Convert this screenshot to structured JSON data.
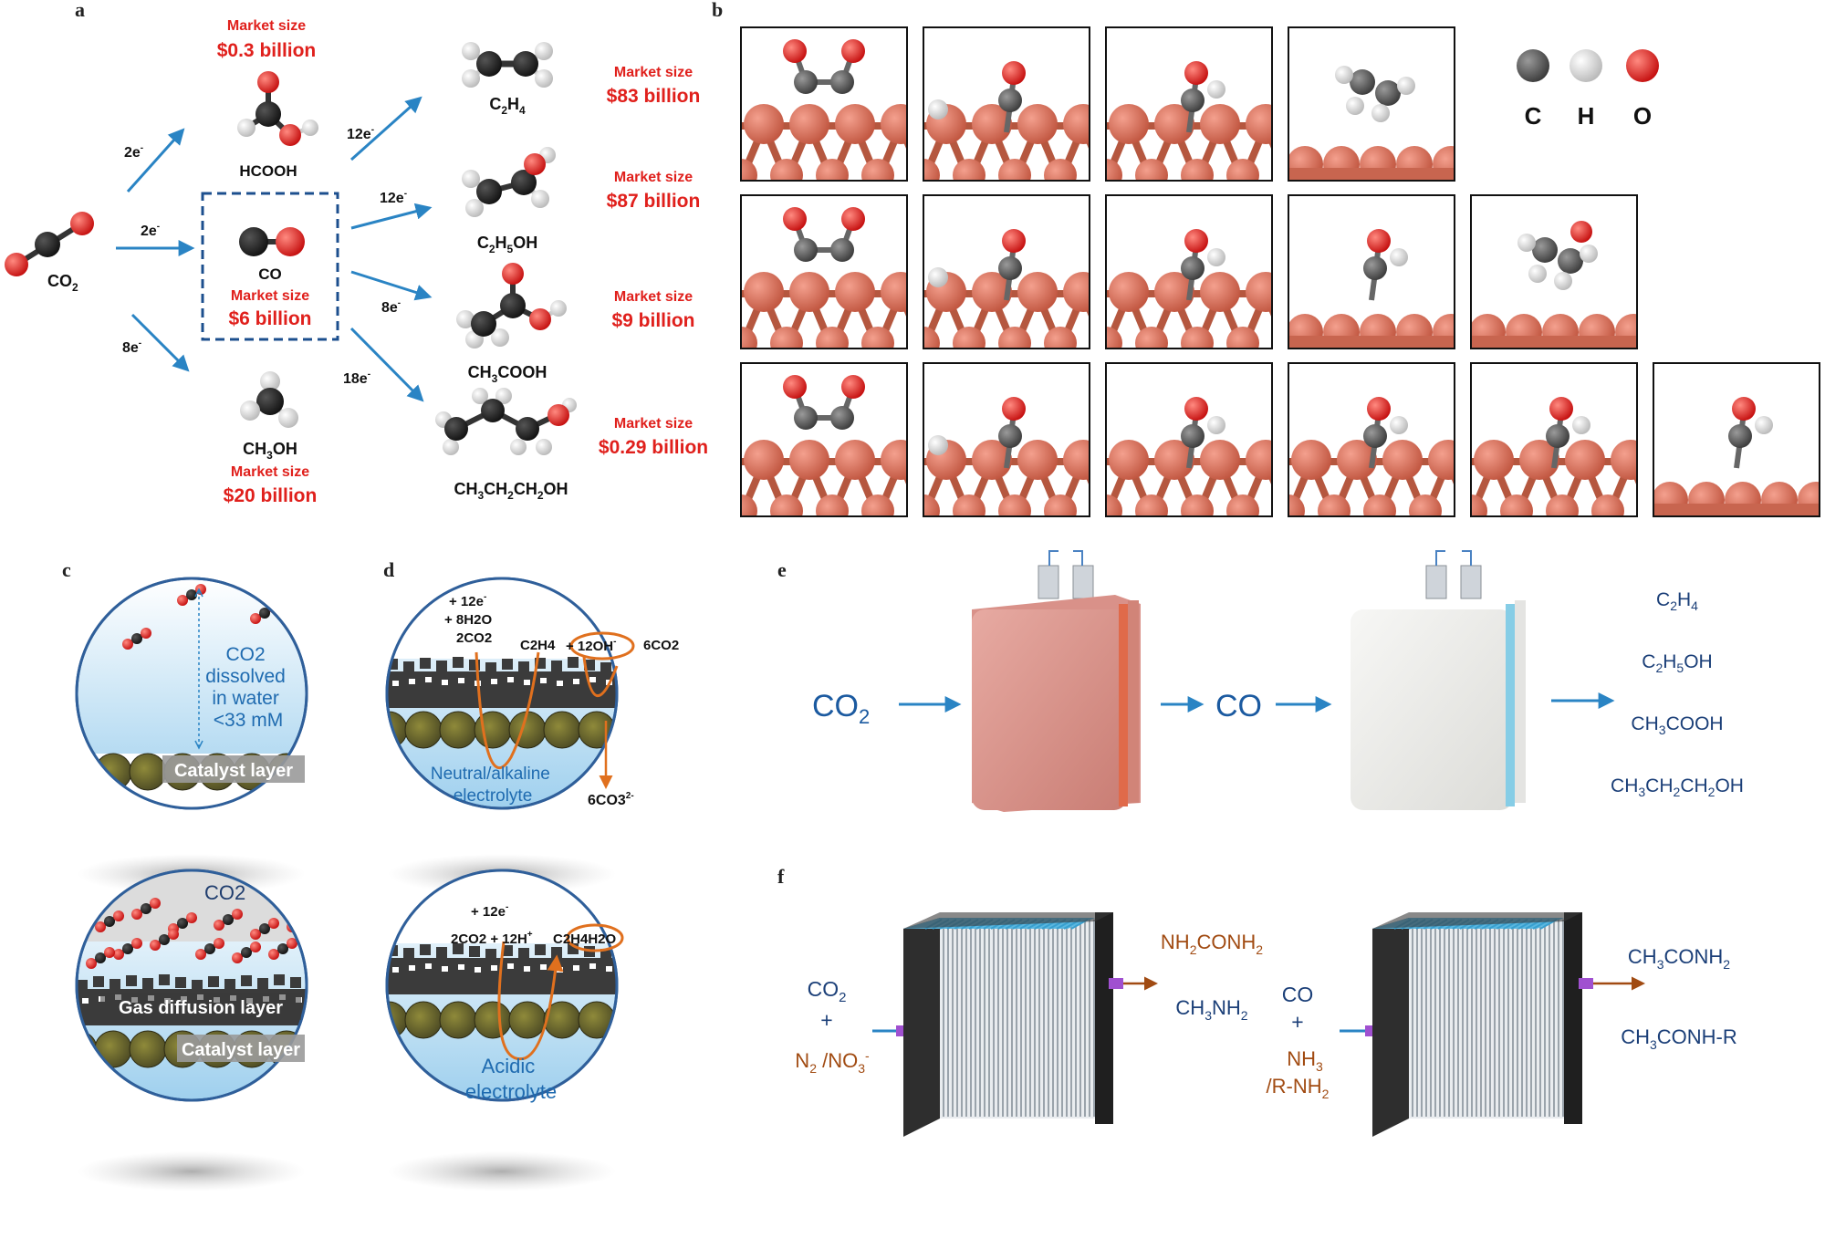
{
  "colors": {
    "market_red": "#e0201c",
    "arrow_blue": "#2a84c4",
    "cu": "#d96a55",
    "c_atom": "#5b5b5b",
    "o_atom": "#e0201c",
    "h_atom": "#e6e6e6",
    "orange": "#e0701e",
    "navy": "#1b3f78"
  },
  "panel_a": {
    "label": "a",
    "co2": {
      "formula": "CO",
      "sub": "2"
    },
    "co": {
      "name": "CO",
      "market_label": "Market size",
      "market_value": "$6 billion"
    },
    "hcooh": {
      "name": "HCOOH",
      "electrons": "2e",
      "market_label": "Market size",
      "market_value": "$0.3 billion"
    },
    "ch3oh": {
      "name": "CH",
      "sub": "3",
      "tail": "OH",
      "electrons": "8e",
      "market_label": "Market size",
      "market_value": "$20 billion"
    },
    "co_electrons": "2e",
    "products": [
      {
        "electrons": "12e",
        "parts": [
          [
            "C",
            ""
          ],
          [
            "2",
            "sub"
          ],
          [
            "H",
            ""
          ],
          [
            "4",
            "sub"
          ]
        ],
        "market_label": "Market size",
        "market_value": "$83 billion"
      },
      {
        "electrons": "12e",
        "parts": [
          [
            "C",
            ""
          ],
          [
            "2",
            "sub"
          ],
          [
            "H",
            ""
          ],
          [
            "5",
            "sub"
          ],
          [
            "OH",
            ""
          ]
        ],
        "market_label": "Market size",
        "market_value": "$87 billion"
      },
      {
        "electrons": "8e",
        "parts": [
          [
            "CH",
            ""
          ],
          [
            "3",
            "sub"
          ],
          [
            "COOH",
            ""
          ]
        ],
        "market_label": "Market size",
        "market_value": "$9 billion"
      },
      {
        "electrons": "18e",
        "parts": [
          [
            "CH",
            ""
          ],
          [
            "3",
            "sub"
          ],
          [
            "CH",
            ""
          ],
          [
            "2",
            "sub"
          ],
          [
            "CH",
            ""
          ],
          [
            "2",
            "sub"
          ],
          [
            "OH",
            ""
          ]
        ],
        "market_label": "Market size",
        "market_value": "$0.29 billion"
      }
    ]
  },
  "panel_b": {
    "label": "b",
    "legend": [
      "C",
      "H",
      "O"
    ]
  },
  "panel_c": {
    "label": "c",
    "co2_dissolved": [
      "CO2",
      "dissolved",
      "in water",
      "<33 mM"
    ],
    "catalyst_layer": "Catalyst layer",
    "co2_top": "CO2",
    "gas_diffusion_layer": "Gas diffusion layer",
    "catalyst_layer_2": "Catalyst layer"
  },
  "panel_d": {
    "label": "d",
    "top": {
      "line1": "+ 12e",
      "line2": "+ 8H2O",
      "reactant": "2CO2",
      "product": "C2H4",
      "hydroxide": "+ 12OH",
      "co2_out": "6CO2",
      "electrolyte": [
        "Neutral/alkaline",
        "electrolyte"
      ],
      "carbonate": "6CO3"
    },
    "bottom": {
      "line1": "+ 12e",
      "reaction": "2CO2 + 12H",
      "product": "C2H4",
      "water": "4H2O",
      "electrolyte": [
        "Acidic",
        "electrolyte"
      ]
    }
  },
  "panel_e": {
    "label": "e",
    "input": "CO",
    "input_sub": "2",
    "intermediate": "CO",
    "products": [
      [
        [
          "C",
          ""
        ],
        [
          "2",
          "sub"
        ],
        [
          "H",
          ""
        ],
        [
          "4",
          "sub"
        ]
      ],
      [
        [
          "C",
          ""
        ],
        [
          "2",
          "sub"
        ],
        [
          "H",
          ""
        ],
        [
          "5",
          "sub"
        ],
        [
          "OH",
          ""
        ]
      ],
      [
        [
          "CH",
          ""
        ],
        [
          "3",
          "sub"
        ],
        [
          "COOH",
          ""
        ]
      ],
      [
        [
          "CH",
          ""
        ],
        [
          "3",
          "sub"
        ],
        [
          "CH",
          ""
        ],
        [
          "2",
          "sub"
        ],
        [
          "CH",
          ""
        ],
        [
          "2",
          "sub"
        ],
        [
          "OH",
          ""
        ]
      ]
    ]
  },
  "panel_f": {
    "label": "f",
    "left_in": {
      "line1": "CO2",
      "plus": "+",
      "line2": "N2 /NO3-"
    },
    "left_out": [
      [
        [
          "NH",
          ""
        ],
        [
          "2",
          "sub"
        ],
        [
          "CONH",
          ""
        ],
        [
          "2",
          "sub"
        ]
      ],
      [
        [
          "CH",
          ""
        ],
        [
          "3",
          "sub"
        ],
        [
          "NH",
          ""
        ],
        [
          "2",
          "sub"
        ]
      ]
    ],
    "right_in": {
      "line1": "CO",
      "plus": "+",
      "line2": "NH3",
      "line3": "/R-NH2"
    },
    "right_out": [
      [
        [
          "CH",
          ""
        ],
        [
          "3",
          "sub"
        ],
        [
          "CONH",
          ""
        ],
        [
          "2",
          "sub"
        ]
      ],
      [
        [
          "CH",
          ""
        ],
        [
          "3",
          "sub"
        ],
        [
          "CONH-R",
          ""
        ]
      ]
    ]
  }
}
